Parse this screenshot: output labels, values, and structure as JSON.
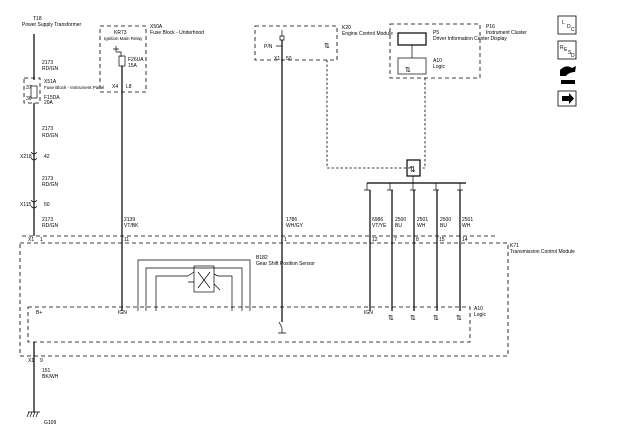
{
  "components": {
    "t18": {
      "id": "T18",
      "name": "Power Supply Transformer"
    },
    "x51a": {
      "id": "X51A",
      "name": "Fuse Block - Instrument Panel",
      "fuse": "F15DA",
      "rating": "20A",
      "pin_in": "37",
      "pin_out": "36"
    },
    "x50a": {
      "id": "X50A",
      "name": "Fuse Block - Underhood",
      "relay": "KR73",
      "relay_name": "Ignition Main Relay",
      "fuse": "F26UA",
      "rating": "15A",
      "connector": "X4",
      "pin": "L8"
    },
    "k20": {
      "id": "K20",
      "name": "Engine Control Module",
      "pin_label": "P/N",
      "connector": "X1",
      "pin": "50"
    },
    "p16": {
      "id": "P16",
      "name": "Instrument Cluster",
      "display": "P5",
      "display_name": "Driver Information Center Display",
      "logic_id": "A10",
      "logic_name": "Logic"
    },
    "k71": {
      "id": "K71",
      "name": "Transmission Control Module",
      "logic_id": "A10",
      "logic_name": "Logic"
    },
    "b182": {
      "id": "B182",
      "name": "Gear Shift Position Sensor"
    },
    "g109": {
      "id": "G109"
    }
  },
  "circuits": {
    "c2173_a": {
      "num": "2173",
      "color": "RD/GN"
    },
    "c2173_b": {
      "num": "2173",
      "color": "RD/GN"
    },
    "c2173_c": {
      "num": "2173",
      "color": "RD/GN"
    },
    "c2173_d": {
      "num": "2173",
      "color": "RD/GN"
    },
    "c2139": {
      "num": "2139",
      "color": "VT/BK"
    },
    "c1786": {
      "num": "1786",
      "color": "WH/GY"
    },
    "c6986": {
      "num": "6986",
      "color": "VT/YE"
    },
    "c2500_a": {
      "num": "2500",
      "color": "BU"
    },
    "c2501_a": {
      "num": "2501",
      "color": "WH"
    },
    "c2500_b": {
      "num": "2500",
      "color": "BU"
    },
    "c2501_b": {
      "num": "2501",
      "color": "WH"
    },
    "c151": {
      "num": "151",
      "color": "BK/WH"
    }
  },
  "connectors": {
    "x218": {
      "id": "X218",
      "pin": "42"
    },
    "x115": {
      "id": "X115",
      "pin": "50"
    },
    "k71_x1": {
      "id": "X1",
      "pins": [
        "1",
        "11",
        "1",
        "12",
        "7",
        "8",
        "15",
        "14",
        "9"
      ]
    }
  },
  "tcm_labels": {
    "bplus": "B+",
    "ign_a": "IGN",
    "ign_b": "IGN"
  },
  "legend": [
    {
      "icon": "ldc-icon",
      "letters": [
        "L",
        "D",
        "C"
      ]
    },
    {
      "icon": "resd-icon",
      "letters": [
        "R",
        "E",
        "S",
        "D"
      ]
    },
    {
      "icon": "hand-icon"
    },
    {
      "icon": "arrow-right-icon"
    }
  ]
}
